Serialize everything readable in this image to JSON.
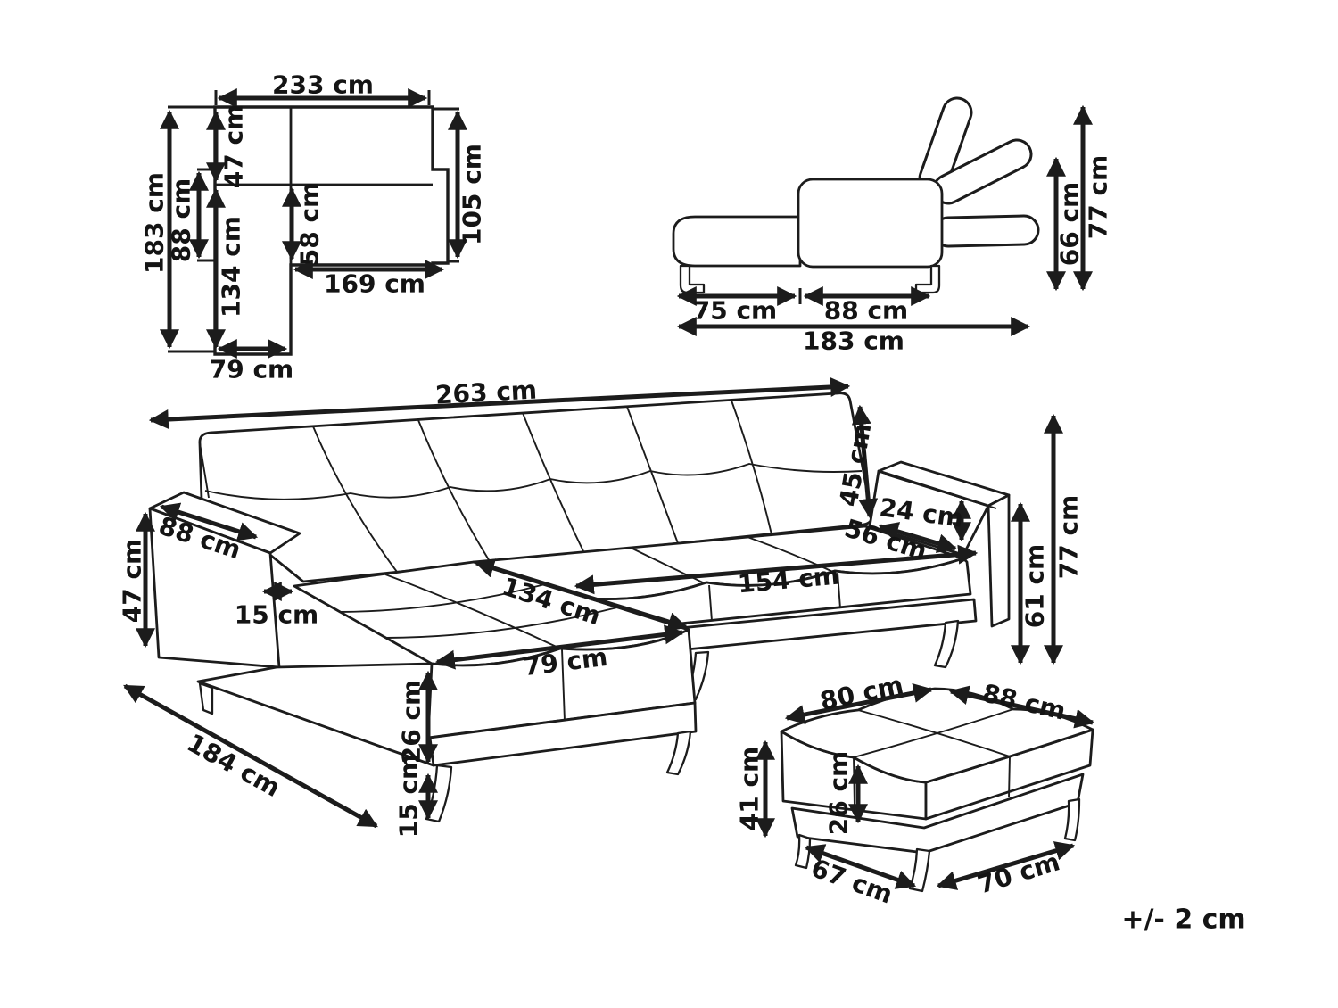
{
  "tolerance_note": "+/- 2 cm",
  "views": {
    "floor_plan": {
      "labels": {
        "total_width": "233 cm",
        "total_depth": "183 cm",
        "back_depth": "47 cm",
        "bed_width": "88 cm",
        "chaise_length": "134 cm",
        "seat_depth": "58 cm",
        "open_depth": "105 cm",
        "seat_width": "169 cm",
        "chaise_width": "79 cm"
      }
    },
    "side_view": {
      "labels": {
        "chaise_section_length": "75 cm",
        "seat_section_length": "88 cm",
        "total_length": "183 cm",
        "backrest_height": "66 cm",
        "total_height": "77 cm"
      }
    },
    "perspective_view": {
      "labels": {
        "total_width": "263 cm",
        "armrest_depth": "88 cm",
        "armrest_front_height": "47 cm",
        "armrest_width": "15 cm",
        "chaise_length": "134 cm",
        "chaise_width": "79 cm",
        "seat_base_height": "26 cm",
        "leg_height": "15 cm",
        "chaise_total_depth": "184 cm",
        "backrest_height": "45 cm",
        "armrest_above_seat": "24 cm",
        "seat_depth": "56 cm",
        "seat_width": "154 cm",
        "seat_height": "61 cm",
        "total_height": "77 cm"
      }
    },
    "ottoman_view": {
      "labels": {
        "top_width": "80 cm",
        "top_depth": "88 cm",
        "total_height": "41 cm",
        "cushion_height": "26 cm",
        "base_width": "67 cm",
        "base_depth": "70 cm"
      }
    }
  }
}
